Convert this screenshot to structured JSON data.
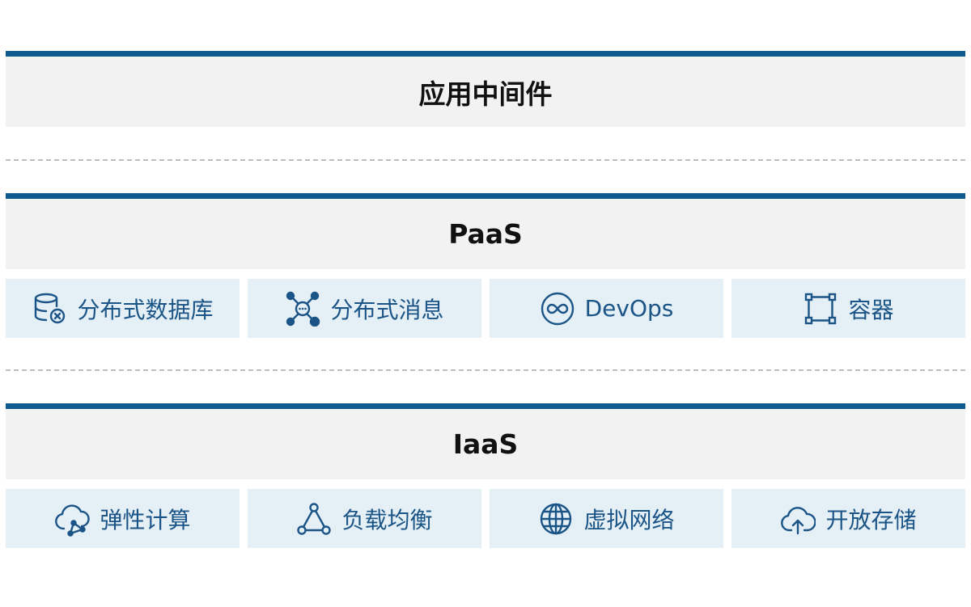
{
  "layers": {
    "middleware": {
      "title": "应用中间件"
    },
    "paas": {
      "title": "PaaS",
      "items": [
        {
          "label": "分布式数据库",
          "icon": "database-icon"
        },
        {
          "label": "分布式消息",
          "icon": "message-network-icon"
        },
        {
          "label": "DevOps",
          "icon": "infinity-icon"
        },
        {
          "label": "容器",
          "icon": "container-icon"
        }
      ]
    },
    "iaas": {
      "title": "IaaS",
      "items": [
        {
          "label": "弹性计算",
          "icon": "cloud-compute-icon"
        },
        {
          "label": "负载均衡",
          "icon": "load-balance-icon"
        },
        {
          "label": "虚拟网络",
          "icon": "globe-icon"
        },
        {
          "label": "开放存储",
          "icon": "cloud-upload-icon"
        }
      ]
    }
  },
  "colors": {
    "accent_bar": "#0e5b92",
    "header_bg": "#f2f2f2",
    "cell_bg": "#e4eff6",
    "cell_text": "#1b5486"
  }
}
